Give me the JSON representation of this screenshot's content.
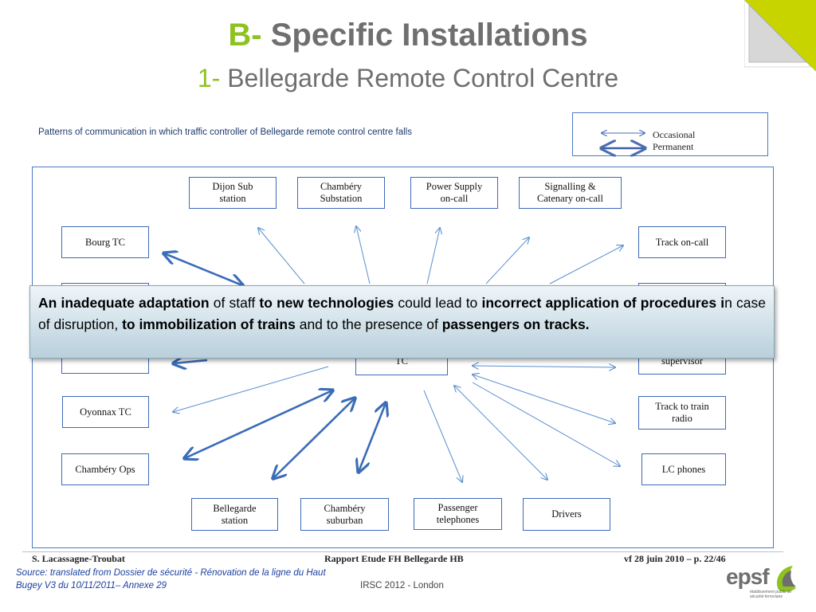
{
  "title": {
    "prefix": "B-",
    "main": "Specific Installations",
    "sub_prefix": "1-",
    "sub": "Bellegarde Remote Control Centre"
  },
  "diagram": {
    "caption": "Patterns of communication  in which traffic controller of Bellegarde remote control centre falls",
    "legend": {
      "occasional": "Occasional",
      "permanent": "Permanent"
    },
    "nodes": {
      "dijon": "Dijon Sub\nstation",
      "chambery_sub": "Chambéry\nSubstation",
      "power": "Power Supply\non-call",
      "signalling": "Signalling &\nCatenary  on-call",
      "bourg": "Bourg TC",
      "track_oncall": "Track on-call",
      "center_tc": "TC",
      "supervisor": "supervisor",
      "oyonnax": "Oyonnax TC",
      "track_radio": "Track to train\nradio",
      "chambery_ops": "Chambéry Ops",
      "lc_phones": "LC phones",
      "bellegarde": "Bellegarde\nstation",
      "chambery_suburban": "Chambéry\nsuburban",
      "passenger_tel": "Passenger\ntelephones",
      "drivers": "Drivers"
    },
    "footer": {
      "author": "S. Lacassagne-Troubat",
      "report": "Rapport Etude FH Bellegarde HB",
      "version": "vf 28 juin 2010 – p. 22/46"
    }
  },
  "callout": {
    "p1": "An inadequate adaptation",
    "p2": " of staff ",
    "p3": "to new technologies",
    "p4": " could lead to ",
    "p5": "incorrect application of procedures i",
    "p6": "n case of disruption, ",
    "p7": "to immobilization of trains",
    "p8": " and to the presence of ",
    "p9": "passengers on tracks."
  },
  "source": "Source: translated from Dossier de sécurité  - Rénovation de la ligne du Haut Bugey  V3 du 10/11/2011– Annexe 29",
  "event": "IRSC 2012 - London",
  "logo": {
    "word": "epsf",
    "tagline": "établissement public de sécurité ferroviaire"
  },
  "colors": {
    "accent": "#8dc21f",
    "title": "#6f6f6f",
    "line": "#5b8fcf",
    "frame": "#4a7ac0"
  }
}
